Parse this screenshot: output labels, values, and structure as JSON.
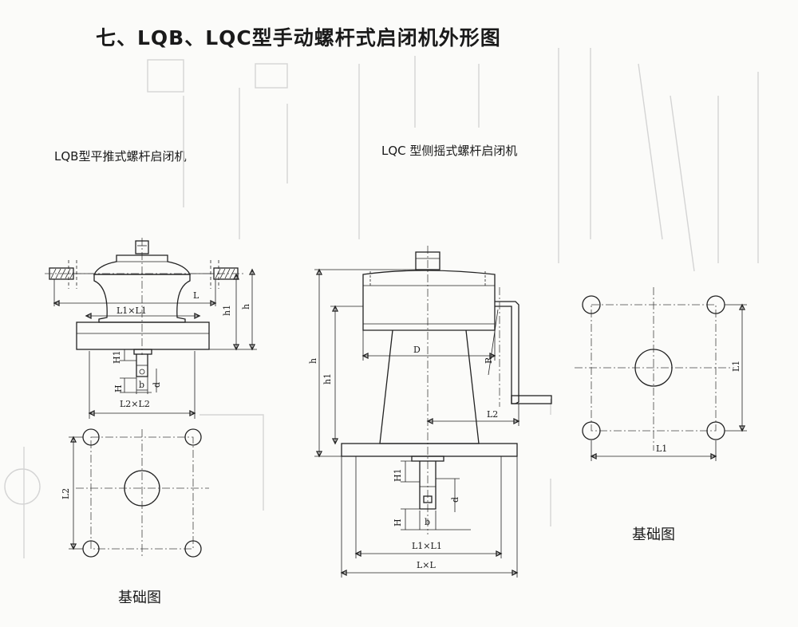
{
  "title": "七、LQB、LQC型手动螺杆式启闭机外形图",
  "captions": {
    "lqb": "LQB型平推式螺杆启闭机",
    "lqc": "LQC 型侧摇式螺杆启闭机",
    "foundation_left": "基础图",
    "foundation_right": "基础图"
  },
  "dimensions": {
    "lqb": {
      "L": "L",
      "h1": "h1",
      "h": "h",
      "L1xL1": "L1×L1",
      "H1": "H1",
      "H": "H",
      "b": "b",
      "d": "d",
      "L2xL2": "L2×L2"
    },
    "lqc": {
      "h": "h",
      "h1": "h1",
      "D": "D",
      "R": "R",
      "L2": "L2",
      "H1": "H1",
      "H": "H",
      "d": "d",
      "b": "b",
      "L1xL1": "L1×L1",
      "LxL": "L×L"
    },
    "found_left": {
      "L2": "L2"
    },
    "found_right": {
      "L1_vertical": "L1",
      "L1_horizontal": "L1"
    }
  }
}
